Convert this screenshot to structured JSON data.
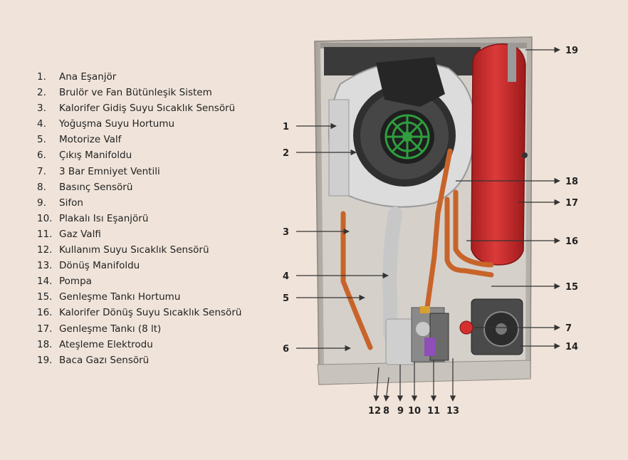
{
  "legend": [
    {
      "num": "1.",
      "label": "Ana Eşanjör"
    },
    {
      "num": "2.",
      "label": "Brulör ve Fan Bütünleşik Sistem"
    },
    {
      "num": "3.",
      "label": "Kalorifer Gidiş Suyu Sıcaklık Sensörü"
    },
    {
      "num": "4.",
      "label": "Yoğuşma Suyu Hortumu"
    },
    {
      "num": "5.",
      "label": "Motorize Valf"
    },
    {
      "num": "6.",
      "label": "Çıkış Manifoldu"
    },
    {
      "num": "7.",
      "label": "3 Bar Emniyet Ventili"
    },
    {
      "num": "8.",
      "label": "Basınç Sensörü"
    },
    {
      "num": "9.",
      "label": "Sifon"
    },
    {
      "num": "10.",
      "label": "Plakalı Isı Eşanjörü"
    },
    {
      "num": "11.",
      "label": "Gaz Valfi"
    },
    {
      "num": "12.",
      "label": "Kullanım Suyu Sıcaklık Sensörü"
    },
    {
      "num": "13.",
      "label": "Dönüş Manifoldu"
    },
    {
      "num": "14.",
      "label": "Pompa"
    },
    {
      "num": "15.",
      "label": "Genleşme Tankı Hortumu"
    },
    {
      "num": "16.",
      "label": "Kalorifer Dönüş Suyu Sıcaklık Sensörü"
    },
    {
      "num": "17.",
      "label": "Genleşme Tankı (8 lt)"
    },
    {
      "num": "18.",
      "label": "Ateşleme Elektrodu"
    },
    {
      "num": "19.",
      "label": "Baca Gazı Sensörü"
    }
  ],
  "callouts": {
    "c1": "1",
    "c2": "2",
    "c3": "3",
    "c4": "4",
    "c5": "5",
    "c6": "6",
    "c7": "7",
    "c8": "8",
    "c9": "9",
    "c10": "10",
    "c11": "11",
    "c12": "12",
    "c13": "13",
    "c14": "14",
    "c15": "15",
    "c16": "16",
    "c17": "17",
    "c18": "18",
    "c19": "19"
  },
  "colors": {
    "background": "#f0e4da",
    "casing": "#b9b4ae",
    "tank": "#c92c2c",
    "pipe": "#c8642a",
    "fan_green": "#2e9e3e"
  }
}
